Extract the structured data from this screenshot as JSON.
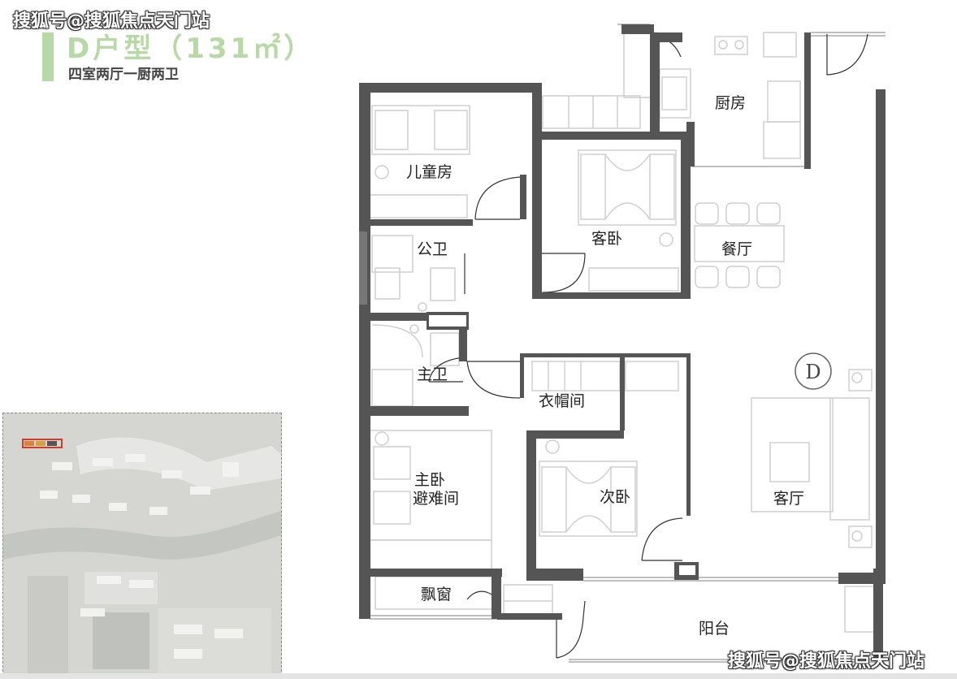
{
  "watermark": {
    "top": "搜狐号@搜狐焦点天门站",
    "bottom": "搜狐号@搜狐焦点天门站"
  },
  "unit": {
    "title": "D户型（131㎡）",
    "subtitle": "四室两厅一厨两卫",
    "badge": "D"
  },
  "rooms": {
    "kitchen": "厨房",
    "kids_room": "儿童房",
    "guest_bedroom": "客卧",
    "dining": "餐厅",
    "public_bath": "公卫",
    "master_bath": "主卫",
    "cloakroom": "衣帽间",
    "master_bedroom_line1": "主卧",
    "master_bedroom_line2": "避难间",
    "second_bedroom": "次卧",
    "living_room": "客厅",
    "bay_window": "飘窗",
    "balcony": "阳台"
  },
  "colors": {
    "accent": "#b7d9a5",
    "wall": "#555555",
    "furniture": "#cfcfcf"
  }
}
